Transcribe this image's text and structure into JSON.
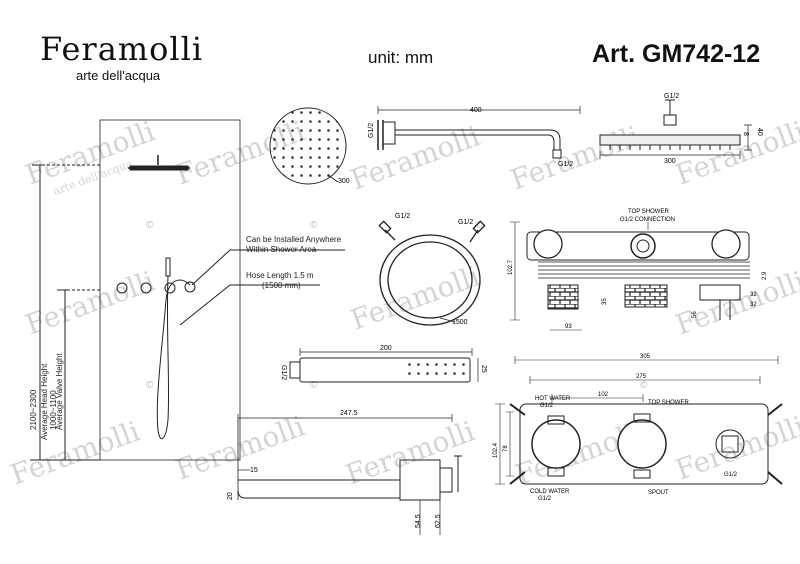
{
  "header": {
    "brand": "Feramolli",
    "tagline": "arte dell'acqua",
    "unit": "unit: mm",
    "article": "Art. GM742-12"
  },
  "watermark": {
    "brand": "Feramolli",
    "tagline": "arte dell'acqua"
  },
  "copyright_symbol": "©",
  "wall_view": {
    "note_install": [
      "Can be Installed Anywhere",
      "Within Shower Area"
    ],
    "note_hose": [
      "Hose Length 1.5 m",
      "(1500 mm)"
    ],
    "dims": [
      "2100~2300",
      "Average Head Height",
      "1000~1100",
      "Average Valve Height"
    ]
  },
  "arm": {
    "length": "400",
    "thread_top": "G1/2",
    "thread_bottom": "G1/2"
  },
  "head": {
    "diameter": "300",
    "thread": "G1/2",
    "height1": "8",
    "height2": "40",
    "width": "300"
  },
  "hose": {
    "thread_left": "G1/2",
    "thread_right": "G1/2",
    "length": "1500"
  },
  "valve_front": {
    "label": [
      "TOP SHOWER",
      "G1/2 CONNECTION"
    ],
    "height": "102.7",
    "d1": "2.9",
    "d2": "35",
    "d3": "93",
    "d4": "56",
    "d5": "32",
    "d6": "32"
  },
  "hand_shower": {
    "thread": "G1/2",
    "length": "200",
    "width": "25"
  },
  "spout": {
    "length": "247.5",
    "d1": "15",
    "d2": "20",
    "d3": "54.5",
    "d4": "62.5"
  },
  "valve_back": {
    "width_total": "305",
    "width_inner": "275",
    "pitch": "102",
    "hot": [
      "HOT WATER",
      "G1/2"
    ],
    "cold": [
      "COLD WATER",
      "G1/2"
    ],
    "top": "TOP SHOWER",
    "spout": "SPOUT",
    "g": "G1/2",
    "h1": "102.4",
    "h2": "78"
  }
}
